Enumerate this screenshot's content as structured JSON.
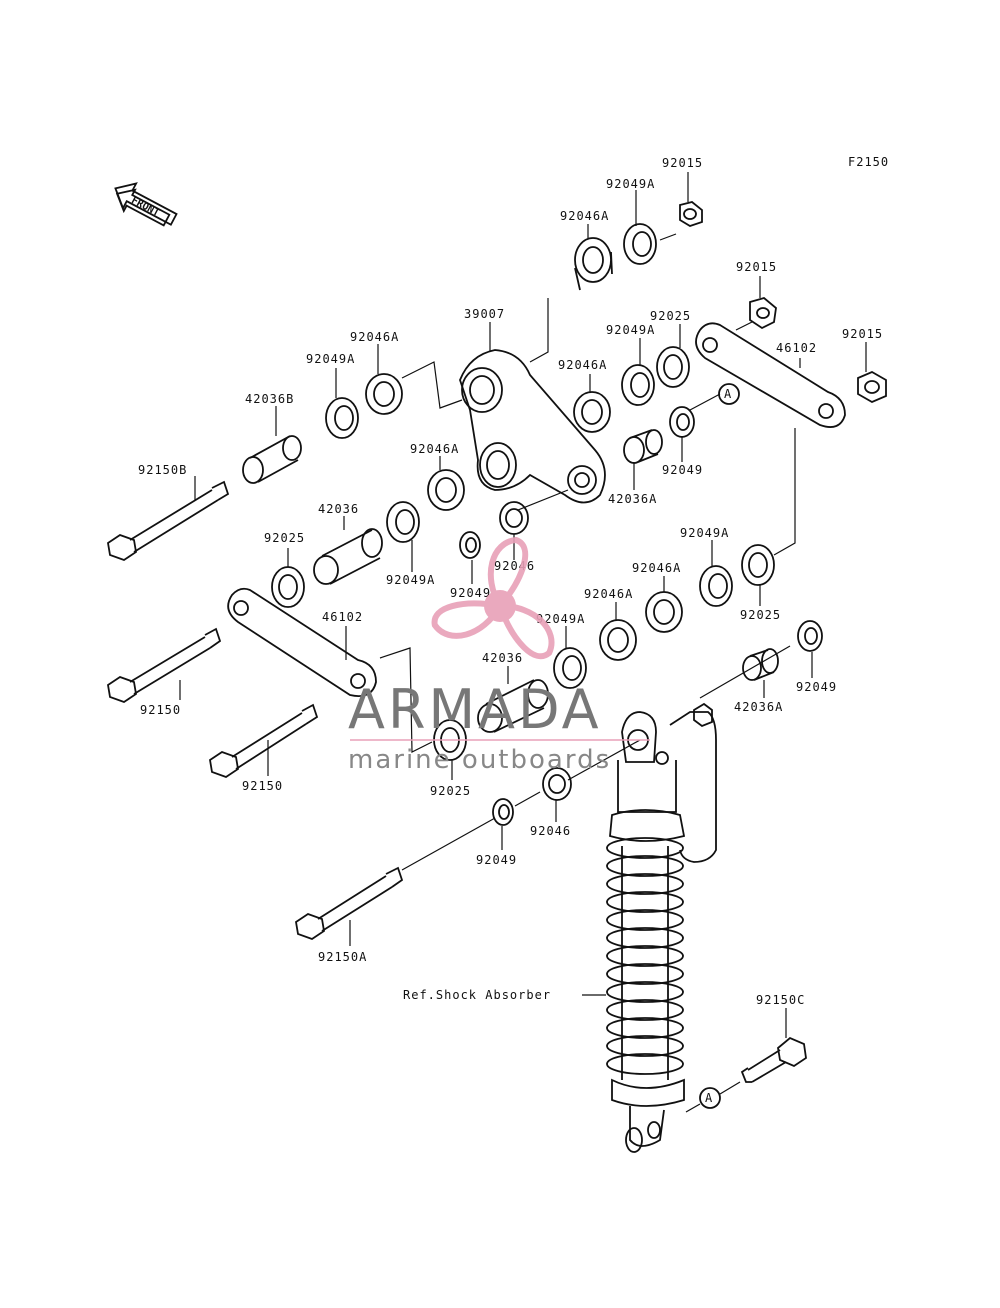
{
  "figure_code": "F2150",
  "front_arrow_label": "FRONT",
  "ref_label": "Ref.Shock Absorber",
  "ref_marker": "A",
  "watermark": {
    "brand": "ARMADA",
    "tagline": "marine outboards",
    "accent_color": "#e8a0b8"
  },
  "callouts": [
    "92015",
    "92049A",
    "92046A",
    "92015",
    "92025",
    "92015",
    "39007",
    "92046A",
    "92049A",
    "46102",
    "92046A",
    "92049A",
    "42036B",
    "92049",
    "92150B",
    "92046A",
    "42036A",
    "42036",
    "92025",
    "92049A",
    "92046",
    "92049",
    "92049A",
    "46102",
    "92046A",
    "92046A",
    "92049A",
    "92025",
    "42036",
    "92150",
    "92049",
    "42036A",
    "92150",
    "92025",
    "92046",
    "92049",
    "92150A",
    "92150C"
  ]
}
